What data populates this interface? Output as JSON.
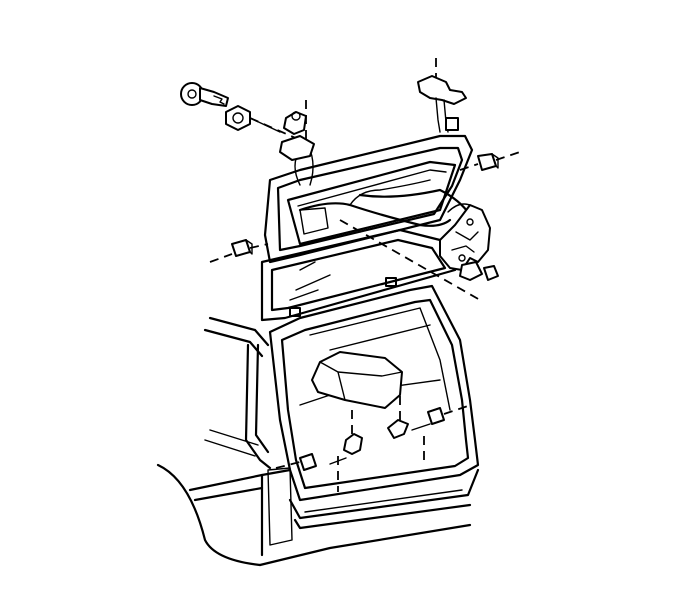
{
  "figure": {
    "kind": "exploded-view line drawing",
    "colors": {
      "line": "#000000",
      "background": "#ffffff"
    },
    "components": [
      "lock-key",
      "lock-cylinder",
      "upper-hinge",
      "liftgate-panel",
      "liftgate-glass",
      "latch-assembly",
      "bumper-stop-left",
      "bumper-stop-right",
      "striker-left",
      "striker-right",
      "vehicle-rear-body",
      "cargo-compartment-cover"
    ]
  }
}
